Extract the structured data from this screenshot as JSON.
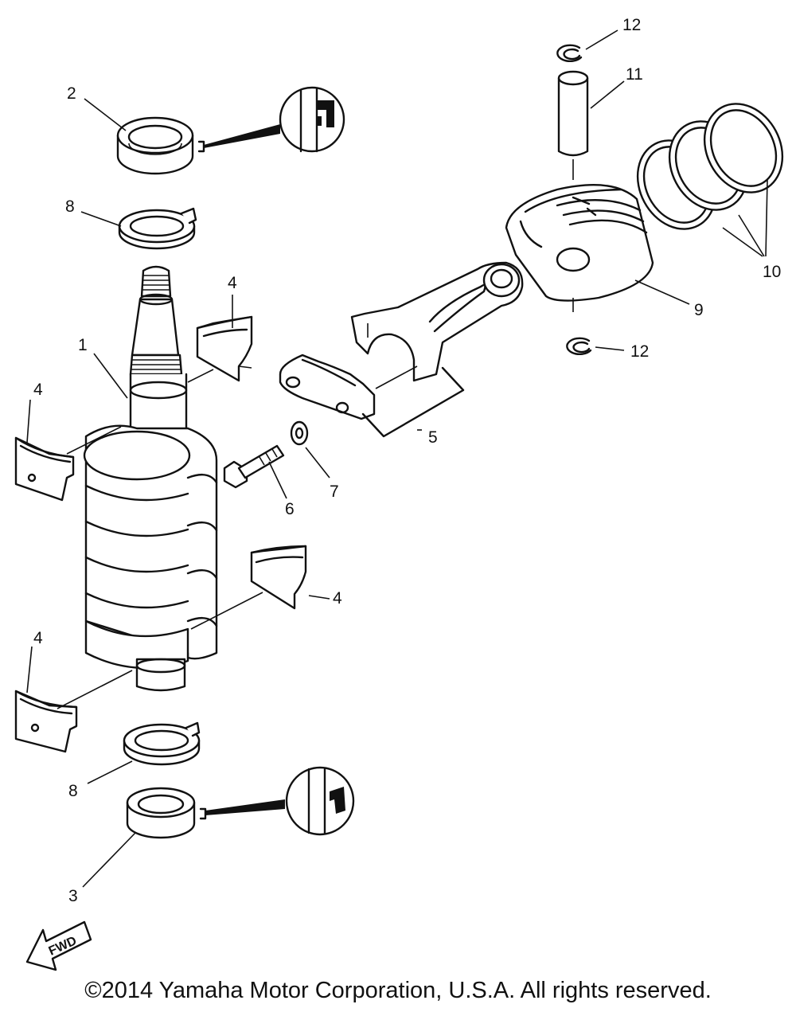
{
  "callouts": {
    "c1": "1",
    "c2": "2",
    "c3": "3",
    "c4a": "4",
    "c4b": "4",
    "c4c": "4",
    "c4d": "4",
    "c5": "5",
    "c6": "6",
    "c7": "7",
    "c8a": "8",
    "c8b": "8",
    "c9": "9",
    "c10": "10",
    "c11": "11",
    "c12a": "12",
    "c12b": "12"
  },
  "fwd_label": "FWD",
  "copyright": "©2014 Yamaha Motor Corporation, U.S.A. All rights reserved."
}
